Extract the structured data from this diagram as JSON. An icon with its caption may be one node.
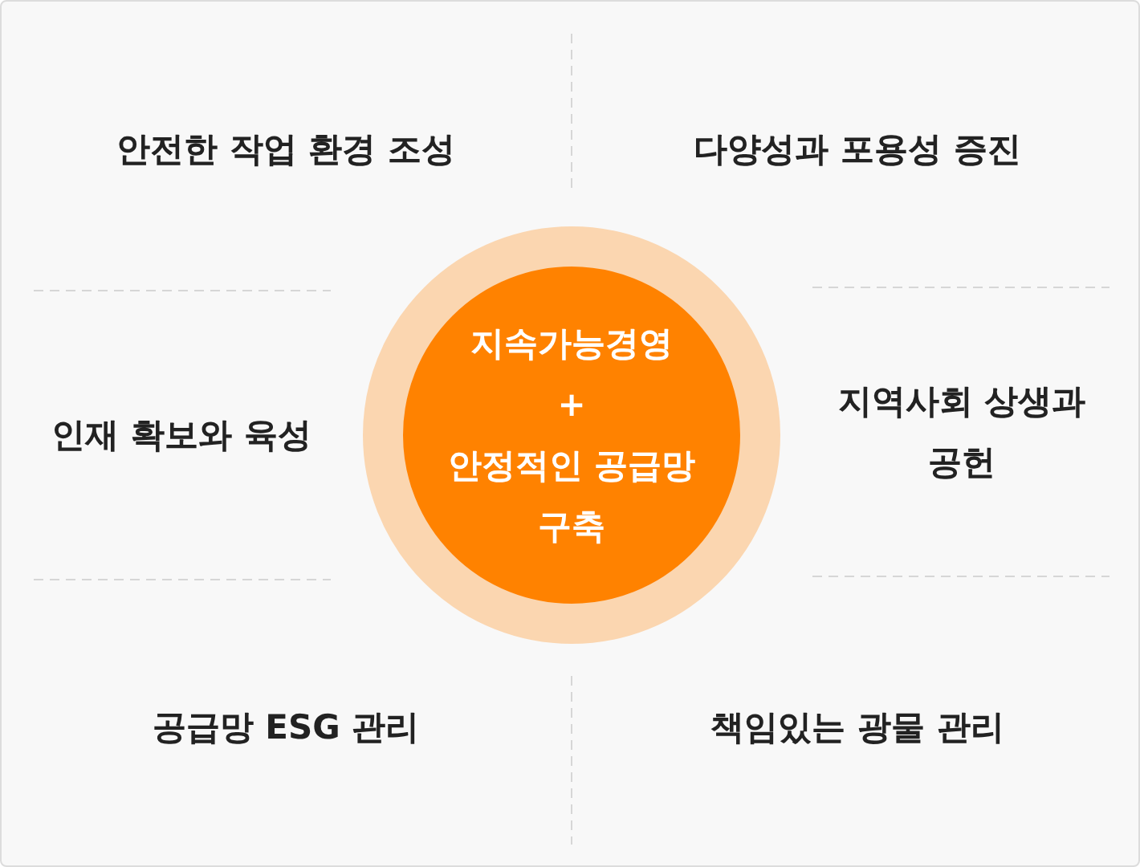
{
  "diagram": {
    "nodes": [
      {
        "text": [
          "지속가능경영",
          "+",
          "안정적인 공급망 구축"
        ]
      }
    ],
    "labels": [
      "안전한 작업 환경 조성",
      "다양성과 포용성 증진",
      "인재 확보와 육성",
      "지역사회 상생과 공헌",
      "공급망 ESG 관리",
      "책임있는 광물 관리"
    ]
  }
}
